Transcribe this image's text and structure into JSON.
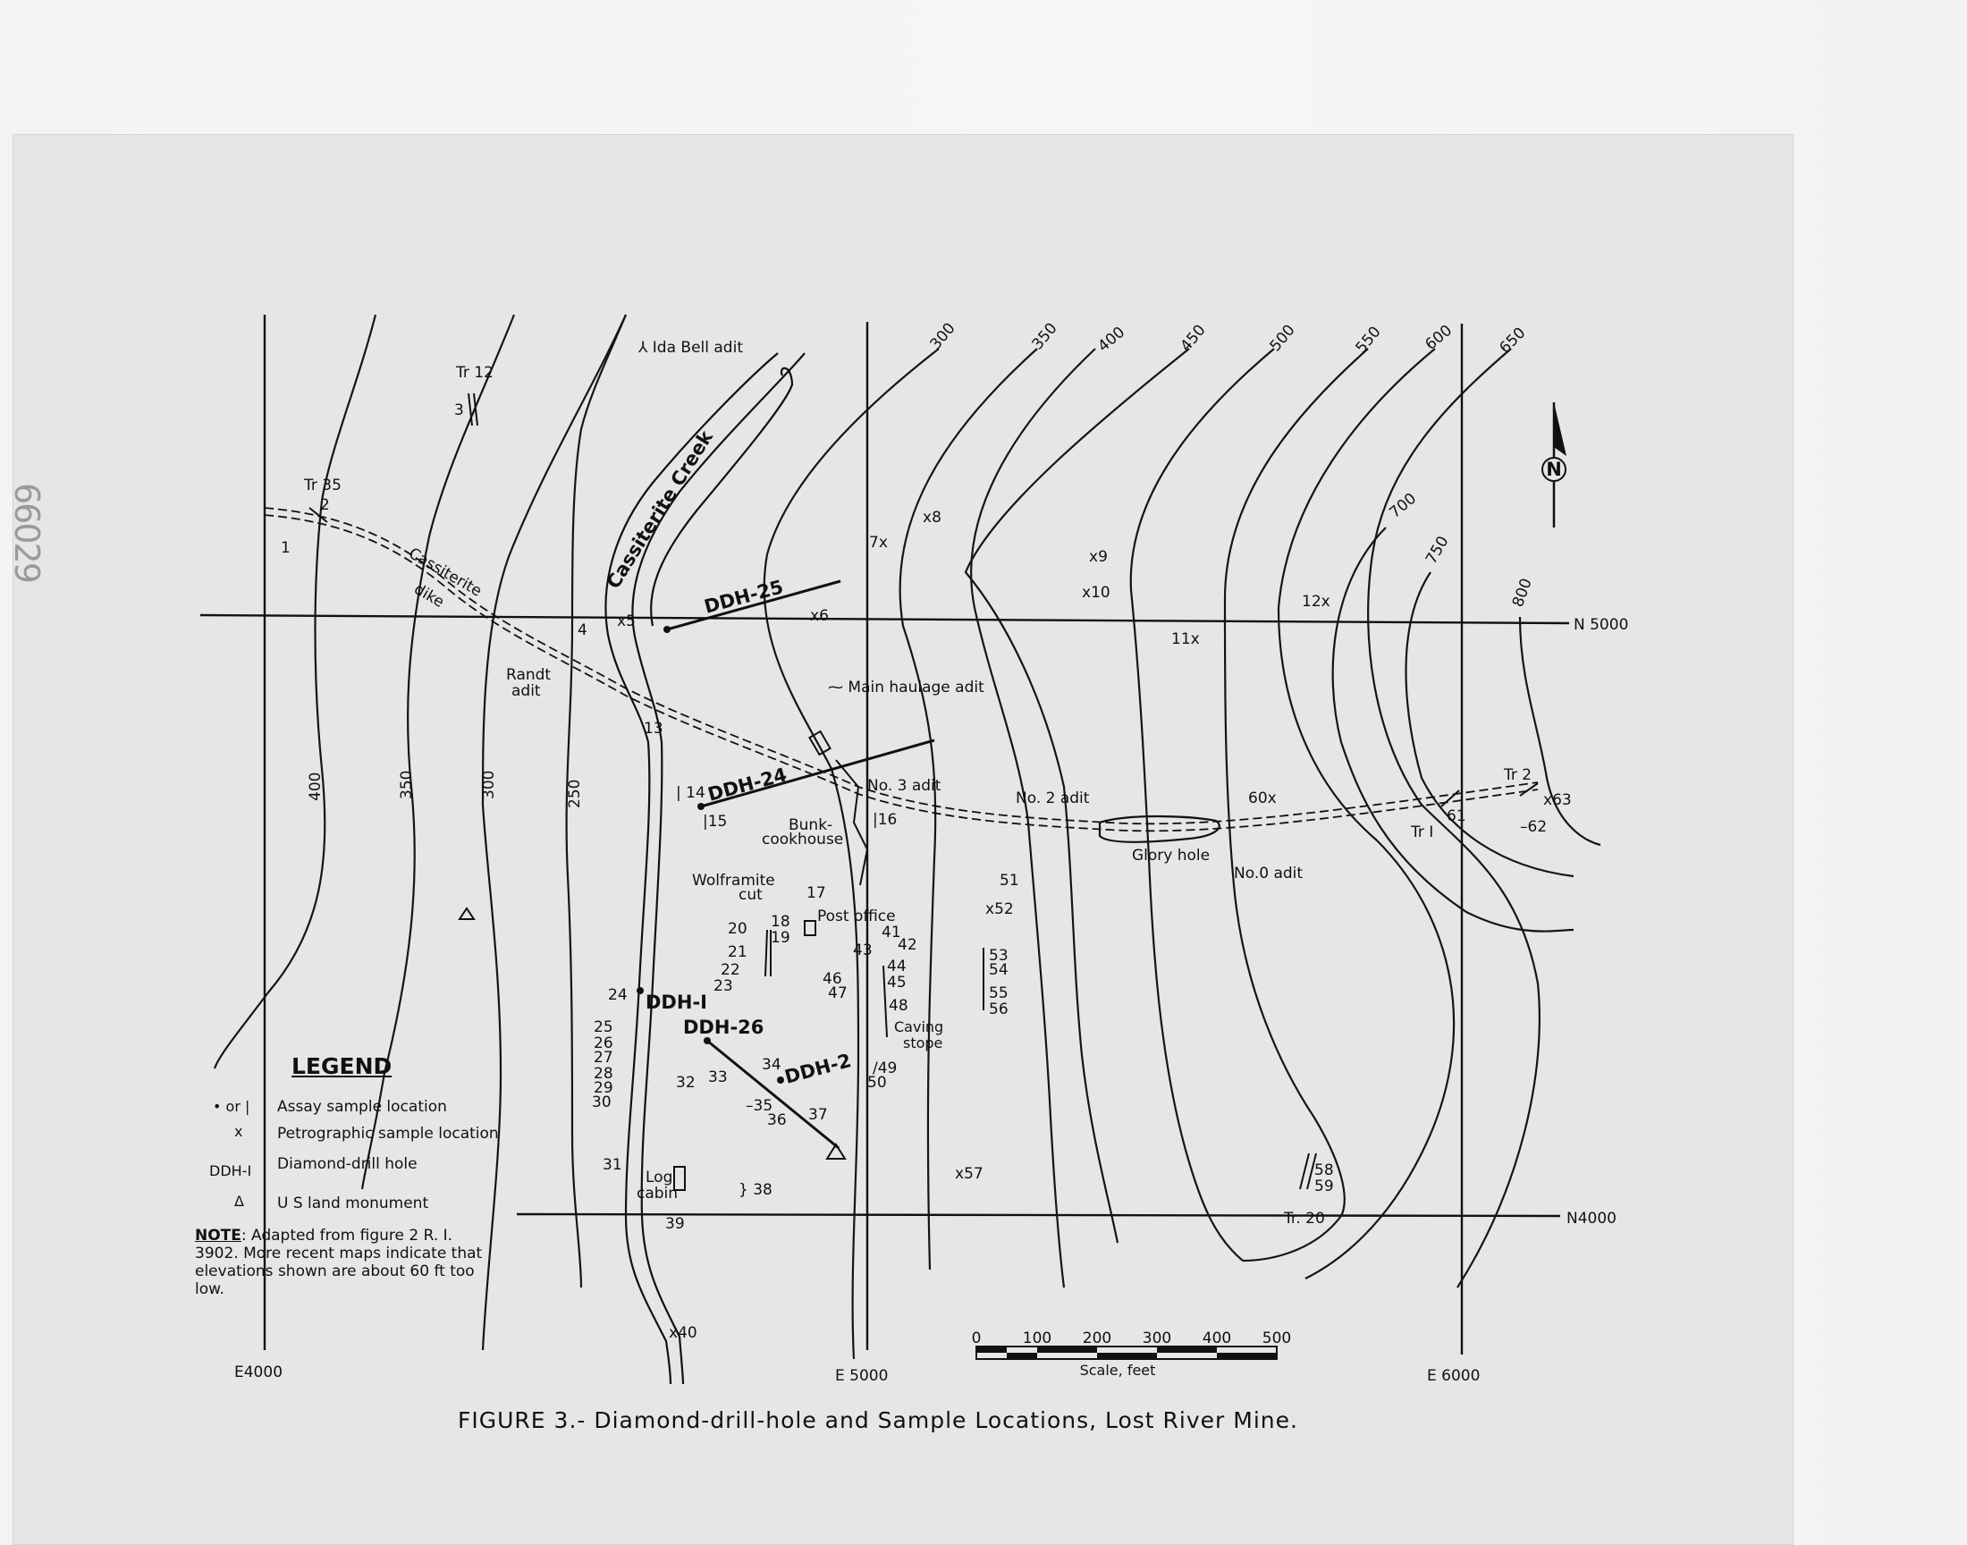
{
  "caption": "FIGURE 3.- Diamond-drill-hole and Sample Locations, Lost River Mine.",
  "stamp": "66029",
  "legend": {
    "title": "LEGEND",
    "items": [
      {
        "symbol": "• or |",
        "label": "Assay sample location"
      },
      {
        "symbol": "x",
        "label": "Petrographic sample location"
      },
      {
        "symbol": "DDH-I",
        "label": "Diamond-drill hole"
      },
      {
        "symbol": "Δ",
        "label": "U S land monument"
      }
    ],
    "note_head": "NOTE",
    "note_text": ": Adapted from figure 2 R. I. 3902. More recent maps indicate that elevations shown are about 60 ft too low."
  },
  "grid_labels": {
    "e4000": "E4000",
    "e5000": "E 5000",
    "e6000": "E 6000",
    "n5000": "N 5000",
    "n4000": "N4000"
  },
  "scale": {
    "ticks": [
      "0",
      "100",
      "200",
      "300",
      "400",
      "500"
    ],
    "title": "Scale, feet"
  },
  "north_arrow": "N",
  "contour_labels": {
    "c300": "300",
    "c350": "350",
    "c400": "400",
    "c450": "450",
    "c500": "500",
    "c550": "550",
    "c600": "600",
    "c650": "650",
    "c700": "700",
    "c750": "750",
    "c800": "800",
    "w400": "400",
    "w350": "350",
    "w300": "300",
    "w250": "250"
  },
  "features": {
    "ida_bell": "Ida Bell adit",
    "creek": "Cassiterite Creek",
    "dike1": "Cassiterite",
    "dike2": "dike",
    "randt1": "Randt",
    "randt2": "adit",
    "main_haulage": "Main haulage adit",
    "no3": "No. 3 adit",
    "no2": "No. 2 adit",
    "no0": "No.0 adit",
    "glory": "Glory hole",
    "bunk1": "Bunk-",
    "bunk2": "cookhouse",
    "wolf1": "Wolframite",
    "wolf2": "cut",
    "post": "Post office",
    "caving1": "Caving",
    "caving2": "stope",
    "log1": "Log",
    "log2": "cabin",
    "tr12": "Tr 12",
    "tr35": "Tr 35",
    "tr1": "Tr I",
    "tr2": "Tr 2",
    "tr20": "Tr. 20"
  },
  "drill_holes": {
    "ddh25": "DDH-25",
    "ddh24": "DDH-24",
    "ddh1": "DDH-I",
    "ddh26": "DDH-26",
    "ddh2": "DDH-2"
  },
  "samples": {
    "s1": "1",
    "s2": "2",
    "s3": "3",
    "s4": "4",
    "s5": "5",
    "s6": "6",
    "s7": "7",
    "s8": "8",
    "s9": "9",
    "s10": "10",
    "s11": "11",
    "s12": "12",
    "s13": "13",
    "s14": "14",
    "s15": "15",
    "s16": "16",
    "s17": "17",
    "s18": "18",
    "s19": "19",
    "s20": "20",
    "s21": "21",
    "s22": "22",
    "s23": "23",
    "s24": "24",
    "s25": "25",
    "s26": "26",
    "s27": "27",
    "s28": "28",
    "s29": "29",
    "s30": "30",
    "s31": "31",
    "s32": "32",
    "s33": "33",
    "s34": "34",
    "s35": "35",
    "s36": "36",
    "s37": "37",
    "s38": "38",
    "s39": "39",
    "s40": "40",
    "s41": "41",
    "s42": "42",
    "s43": "43",
    "s44": "44",
    "s45": "45",
    "s46": "46",
    "s47": "47",
    "s48": "48",
    "s49": "49",
    "s50": "50",
    "s51": "51",
    "s52": "52",
    "s53": "53",
    "s54": "54",
    "s55": "55",
    "s56": "56",
    "s57": "57",
    "s58": "58",
    "s59": "59",
    "s60": "60",
    "s61": "61",
    "s62": "62",
    "s63": "63"
  }
}
